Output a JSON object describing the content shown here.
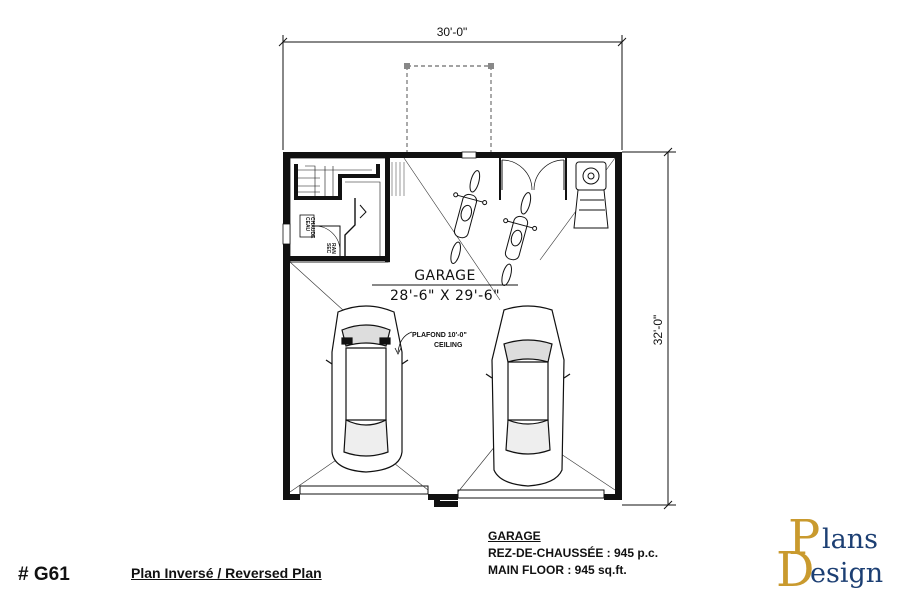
{
  "plan": {
    "width_dimension": "30'-0\"",
    "depth_dimension": "32'-0\"",
    "room_name": "GARAGE",
    "room_dimensions": "28'-6\" X 29'-6\"",
    "ceiling_note": [
      "PLAFOND 10'-0\"",
      "CEILING"
    ],
    "hot_water_tank_label": [
      "CEAU",
      "CHAUDE"
    ],
    "closet_labels": [
      "SEC",
      "RAN"
    ]
  },
  "footer": {
    "plan_id": "# G61",
    "reversed_label": "Plan Inversé / Reversed Plan",
    "legend_title": "GARAGE",
    "legend_line_1": "REZ-DE-CHAUSSÉE : 945 p.c.",
    "legend_line_2": "MAIN FLOOR : 945 sq.ft."
  },
  "logo": {
    "letter_1": "P",
    "word_1": "lans",
    "letter_2": "D",
    "word_2": "esign"
  },
  "colors": {
    "logo_gold": "#c99a2e",
    "logo_navy": "#1c3f73",
    "ink": "#111111"
  }
}
